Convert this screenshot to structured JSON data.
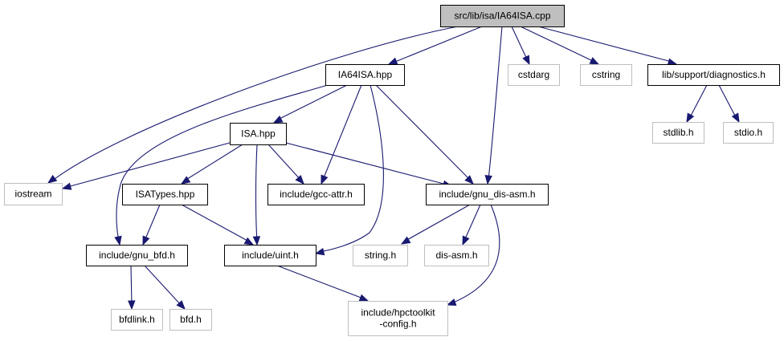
{
  "graph": {
    "title": "Include dependency graph for src/lib/isa/IA64ISA.cpp",
    "colors": {
      "edge": "#191970",
      "root_fill": "#bfbfbf",
      "root_border": "#000000",
      "documented_border": "#000000",
      "external_border": "#bfbfbf",
      "node_fill": "#ffffff"
    },
    "nodes": [
      {
        "id": "root",
        "label": [
          "src/lib/isa/IA64ISA.cpp"
        ],
        "kind": "root"
      },
      {
        "id": "ia64isa_hpp",
        "label": [
          "IA64ISA.hpp"
        ],
        "kind": "documented"
      },
      {
        "id": "cstdarg",
        "label": [
          "cstdarg"
        ],
        "kind": "external"
      },
      {
        "id": "cstring",
        "label": [
          "cstring"
        ],
        "kind": "external"
      },
      {
        "id": "diagnostics_h",
        "label": [
          "lib/support/diagnostics.h"
        ],
        "kind": "documented"
      },
      {
        "id": "stdlib_h",
        "label": [
          "stdlib.h"
        ],
        "kind": "external"
      },
      {
        "id": "stdio_h",
        "label": [
          "stdio.h"
        ],
        "kind": "external"
      },
      {
        "id": "isa_hpp",
        "label": [
          "ISA.hpp"
        ],
        "kind": "documented"
      },
      {
        "id": "iostream",
        "label": [
          "iostream"
        ],
        "kind": "external"
      },
      {
        "id": "isatypes_hpp",
        "label": [
          "ISATypes.hpp"
        ],
        "kind": "documented"
      },
      {
        "id": "gcc_attr_h",
        "label": [
          "include/gcc-attr.h"
        ],
        "kind": "documented"
      },
      {
        "id": "gnu_dis_asm_h",
        "label": [
          "include/gnu_dis-asm.h"
        ],
        "kind": "documented"
      },
      {
        "id": "gnu_bfd_h",
        "label": [
          "include/gnu_bfd.h"
        ],
        "kind": "documented"
      },
      {
        "id": "uint_h",
        "label": [
          "include/uint.h"
        ],
        "kind": "documented"
      },
      {
        "id": "string_h",
        "label": [
          "string.h"
        ],
        "kind": "external"
      },
      {
        "id": "dis_asm_h",
        "label": [
          "dis-asm.h"
        ],
        "kind": "external"
      },
      {
        "id": "bfdlink_h",
        "label": [
          "bfdlink.h"
        ],
        "kind": "external"
      },
      {
        "id": "bfd_h",
        "label": [
          "bfd.h"
        ],
        "kind": "external"
      },
      {
        "id": "hpctoolkit_config_h",
        "label": [
          "include/hpctoolkit",
          "-config.h"
        ],
        "kind": "external"
      }
    ],
    "edges": [
      {
        "from": "root",
        "to": "ia64isa_hpp"
      },
      {
        "from": "root",
        "to": "iostream"
      },
      {
        "from": "root",
        "to": "gnu_dis_asm_h"
      },
      {
        "from": "root",
        "to": "cstdarg"
      },
      {
        "from": "root",
        "to": "cstring"
      },
      {
        "from": "root",
        "to": "diagnostics_h"
      },
      {
        "from": "diagnostics_h",
        "to": "stdlib_h"
      },
      {
        "from": "diagnostics_h",
        "to": "stdio_h"
      },
      {
        "from": "ia64isa_hpp",
        "to": "isa_hpp"
      },
      {
        "from": "ia64isa_hpp",
        "to": "gnu_bfd_h"
      },
      {
        "from": "ia64isa_hpp",
        "to": "gcc_attr_h"
      },
      {
        "from": "ia64isa_hpp",
        "to": "uint_h"
      },
      {
        "from": "ia64isa_hpp",
        "to": "gnu_dis_asm_h"
      },
      {
        "from": "isa_hpp",
        "to": "iostream"
      },
      {
        "from": "isa_hpp",
        "to": "isatypes_hpp"
      },
      {
        "from": "isa_hpp",
        "to": "uint_h"
      },
      {
        "from": "isa_hpp",
        "to": "gcc_attr_h"
      },
      {
        "from": "isa_hpp",
        "to": "gnu_dis_asm_h"
      },
      {
        "from": "isatypes_hpp",
        "to": "gnu_bfd_h"
      },
      {
        "from": "isatypes_hpp",
        "to": "uint_h"
      },
      {
        "from": "gnu_dis_asm_h",
        "to": "string_h"
      },
      {
        "from": "gnu_dis_asm_h",
        "to": "dis_asm_h"
      },
      {
        "from": "gnu_dis_asm_h",
        "to": "hpctoolkit_config_h"
      },
      {
        "from": "gnu_bfd_h",
        "to": "bfdlink_h"
      },
      {
        "from": "gnu_bfd_h",
        "to": "bfd_h"
      },
      {
        "from": "uint_h",
        "to": "hpctoolkit_config_h"
      }
    ]
  }
}
